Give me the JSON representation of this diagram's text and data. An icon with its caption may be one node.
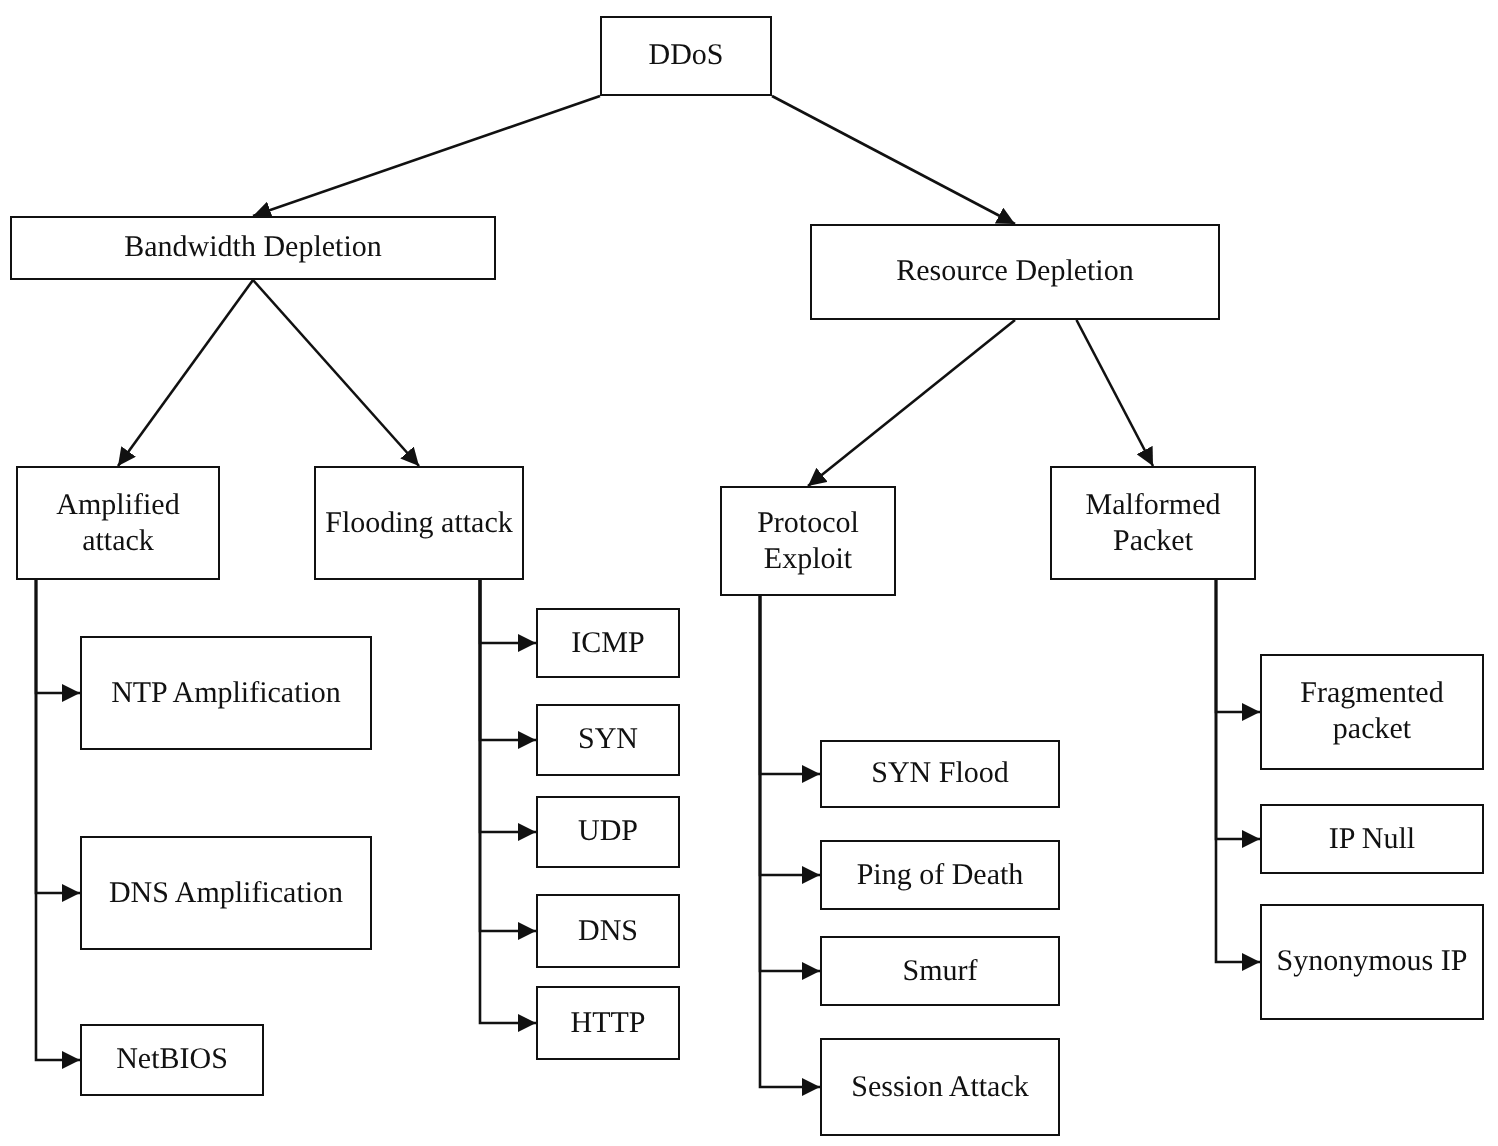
{
  "diagram": {
    "nodes": [
      {
        "text": [
          "DDoS"
        ]
      },
      {
        "text": [
          "Bandwidth Depletion"
        ]
      },
      {
        "text": [
          "Resource Depletion"
        ]
      },
      {
        "text": [
          "Amplified attack"
        ]
      },
      {
        "text": [
          "Flooding attack"
        ]
      },
      {
        "text": [
          "Protocol Exploit"
        ]
      },
      {
        "text": [
          "Malformed Packet"
        ]
      },
      {
        "text": [
          "NTP Amplification"
        ]
      },
      {
        "text": [
          "DNS Amplification"
        ]
      },
      {
        "text": [
          "NetBIOS"
        ]
      },
      {
        "text": [
          "ICMP"
        ]
      },
      {
        "text": [
          "SYN"
        ]
      },
      {
        "text": [
          "UDP"
        ]
      },
      {
        "text": [
          "DNS"
        ]
      },
      {
        "text": [
          "HTTP"
        ]
      },
      {
        "text": [
          "SYN Flood"
        ]
      },
      {
        "text": [
          "Ping of Death"
        ]
      },
      {
        "text": [
          "Smurf"
        ]
      },
      {
        "text": [
          "Session Attack"
        ]
      },
      {
        "text": [
          "Fragmented packet"
        ]
      },
      {
        "text": [
          "IP Null"
        ]
      },
      {
        "text": [
          "Synonymous IP"
        ]
      }
    ],
    "edges": [
      {
        "from": 0,
        "to": 1,
        "arrow": "to"
      },
      {
        "from": 0,
        "to": 2,
        "arrow": "to"
      },
      {
        "from": 1,
        "to": 3,
        "arrow": "to"
      },
      {
        "from": 1,
        "to": 4,
        "arrow": "to"
      },
      {
        "from": 2,
        "to": 5,
        "arrow": "to"
      },
      {
        "from": 2,
        "to": 6,
        "arrow": "to"
      },
      {
        "from": 3,
        "to": 7,
        "arrow": "to"
      },
      {
        "from": 3,
        "to": 8,
        "arrow": "to"
      },
      {
        "from": 3,
        "to": 9,
        "arrow": "to"
      },
      {
        "from": 4,
        "to": 10,
        "arrow": "to"
      },
      {
        "from": 4,
        "to": 11,
        "arrow": "to"
      },
      {
        "from": 4,
        "to": 12,
        "arrow": "to"
      },
      {
        "from": 4,
        "to": 13,
        "arrow": "to"
      },
      {
        "from": 4,
        "to": 14,
        "arrow": "to"
      },
      {
        "from": 5,
        "to": 15,
        "arrow": "to"
      },
      {
        "from": 5,
        "to": 16,
        "arrow": "to"
      },
      {
        "from": 5,
        "to": 17,
        "arrow": "to"
      },
      {
        "from": 5,
        "to": 18,
        "arrow": "to"
      },
      {
        "from": 6,
        "to": 19,
        "arrow": "to"
      },
      {
        "from": 6,
        "to": 20,
        "arrow": "to"
      },
      {
        "from": 6,
        "to": 21,
        "arrow": "to"
      }
    ]
  }
}
